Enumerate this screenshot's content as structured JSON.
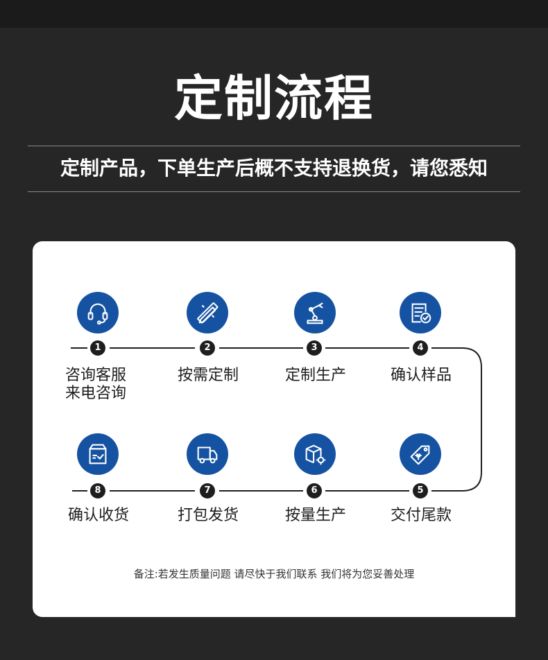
{
  "title": "定制流程",
  "notice": "定制产品，下单生产后概不支持退换货，请您悉知",
  "steps": [
    {
      "num": "1",
      "line1": "咨询客服",
      "line2": "来电咨询",
      "icon": "headset-icon"
    },
    {
      "num": "2",
      "line1": "按需定制",
      "line2": "",
      "icon": "ruler-pencil-icon"
    },
    {
      "num": "3",
      "line1": "定制生产",
      "line2": "",
      "icon": "robot-arm-icon"
    },
    {
      "num": "4",
      "line1": "确认样品",
      "line2": "",
      "icon": "document-check-icon"
    },
    {
      "num": "5",
      "line1": "交付尾款",
      "line2": "",
      "icon": "price-tag-icon"
    },
    {
      "num": "6",
      "line1": "按量生产",
      "line2": "",
      "icon": "box-gear-icon"
    },
    {
      "num": "7",
      "line1": "打包发货",
      "line2": "",
      "icon": "delivery-truck-icon"
    },
    {
      "num": "8",
      "line1": "确认收货",
      "line2": "",
      "icon": "parcel-check-icon"
    }
  ],
  "remark": "备注:若发生质量问题 请尽快于我们联系 我们将为您妥善处理",
  "colors": {
    "background": "#262626",
    "accent": "#1553a2",
    "card": "#ffffff"
  }
}
